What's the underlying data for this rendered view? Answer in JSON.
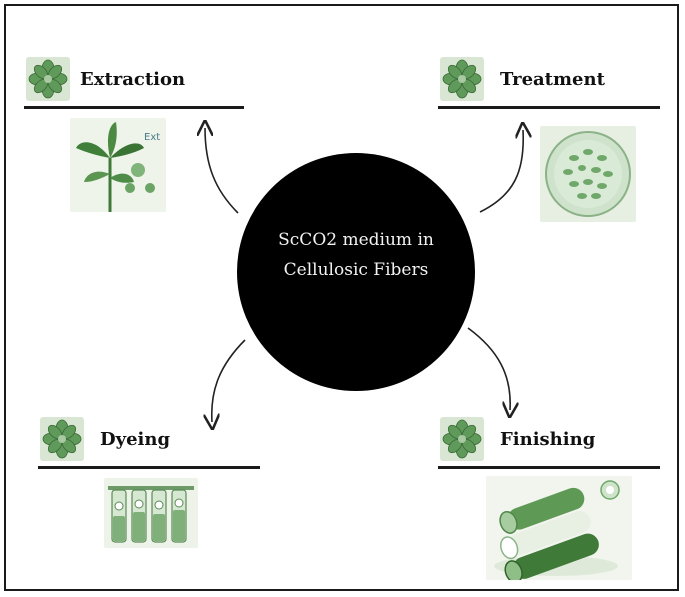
{
  "center": {
    "line1": "ScCO2 medium in",
    "line2": "Cellulosic Fibers"
  },
  "stages": {
    "extraction": {
      "label": "Extraction",
      "illustration_text": "Ext"
    },
    "treatment": {
      "label": "Treatment"
    },
    "dyeing": {
      "label": "Dyeing"
    },
    "finishing": {
      "label": "Finishing"
    }
  },
  "colors": {
    "hub": "#000000",
    "accent_green": "#4c8a4a",
    "pale_green": "#d9e6d3",
    "rule": "#1a1a1a"
  },
  "icons": {
    "badge": "flower-badge-icon",
    "extraction": "leaf-plant-icon",
    "treatment": "cell-dish-icon",
    "dyeing": "dye-tubes-icon",
    "finishing": "fabric-rolls-icon"
  }
}
